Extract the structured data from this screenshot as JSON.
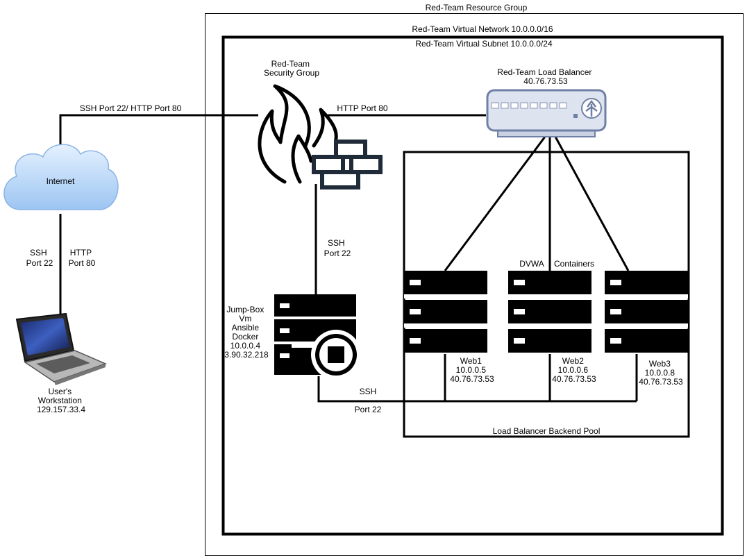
{
  "resource_group": "Red-Team Resource Group",
  "virtual_network": "Red-Team Virtual Network 10.0.0.0/16",
  "virtual_subnet": "Red-Team Virtual Subnet 10.0.0.0/24",
  "security_group": [
    "Red-Team",
    "Security Group"
  ],
  "load_balancer": [
    "Red-Team Load Balancer",
    "40.76.73.53"
  ],
  "internet": "Internet",
  "links": {
    "internet_to_firewall": "SSH Port 22/ HTTP Port 80",
    "firewall_to_lb": "HTTP  Port 80",
    "internet_ssh": [
      "SSH",
      "Port 22"
    ],
    "internet_http": [
      "HTTP",
      "Port 80"
    ],
    "firewall_ssh": [
      "SSH",
      "Port 22"
    ],
    "jumpbox_ssh": "SSH",
    "jumpbox_port": "Port 22"
  },
  "workstation": [
    "User's",
    "Workstation",
    "129.157.33.4"
  ],
  "jump_box": [
    "Jump-Box",
    "Vm",
    "Ansible",
    "Docker",
    "10.0.0.4",
    "3.90.32.218"
  ],
  "containers_label": [
    "DVWA",
    "Containers"
  ],
  "web1": [
    "Web1",
    "10.0.0.5",
    "40.76.73.53"
  ],
  "web2": [
    "Web2",
    "10.0.0.6",
    "40.76.73.53"
  ],
  "web3": [
    "Web3",
    "10.0.0.8",
    "40.76.73.53"
  ],
  "backend_pool": "Load Balancer Backend Pool",
  "icons": {
    "cloud": "cloud-icon",
    "firewall": "firewall-icon",
    "load_balancer": "load-balancer-icon",
    "server": "server-icon",
    "laptop": "laptop-icon"
  },
  "colors": {
    "cloud": "#b8d8f8",
    "cloud_stroke": "#8cb4e4",
    "lb_fill": "#dde3ef",
    "lb_stroke": "#6f7fa6"
  }
}
